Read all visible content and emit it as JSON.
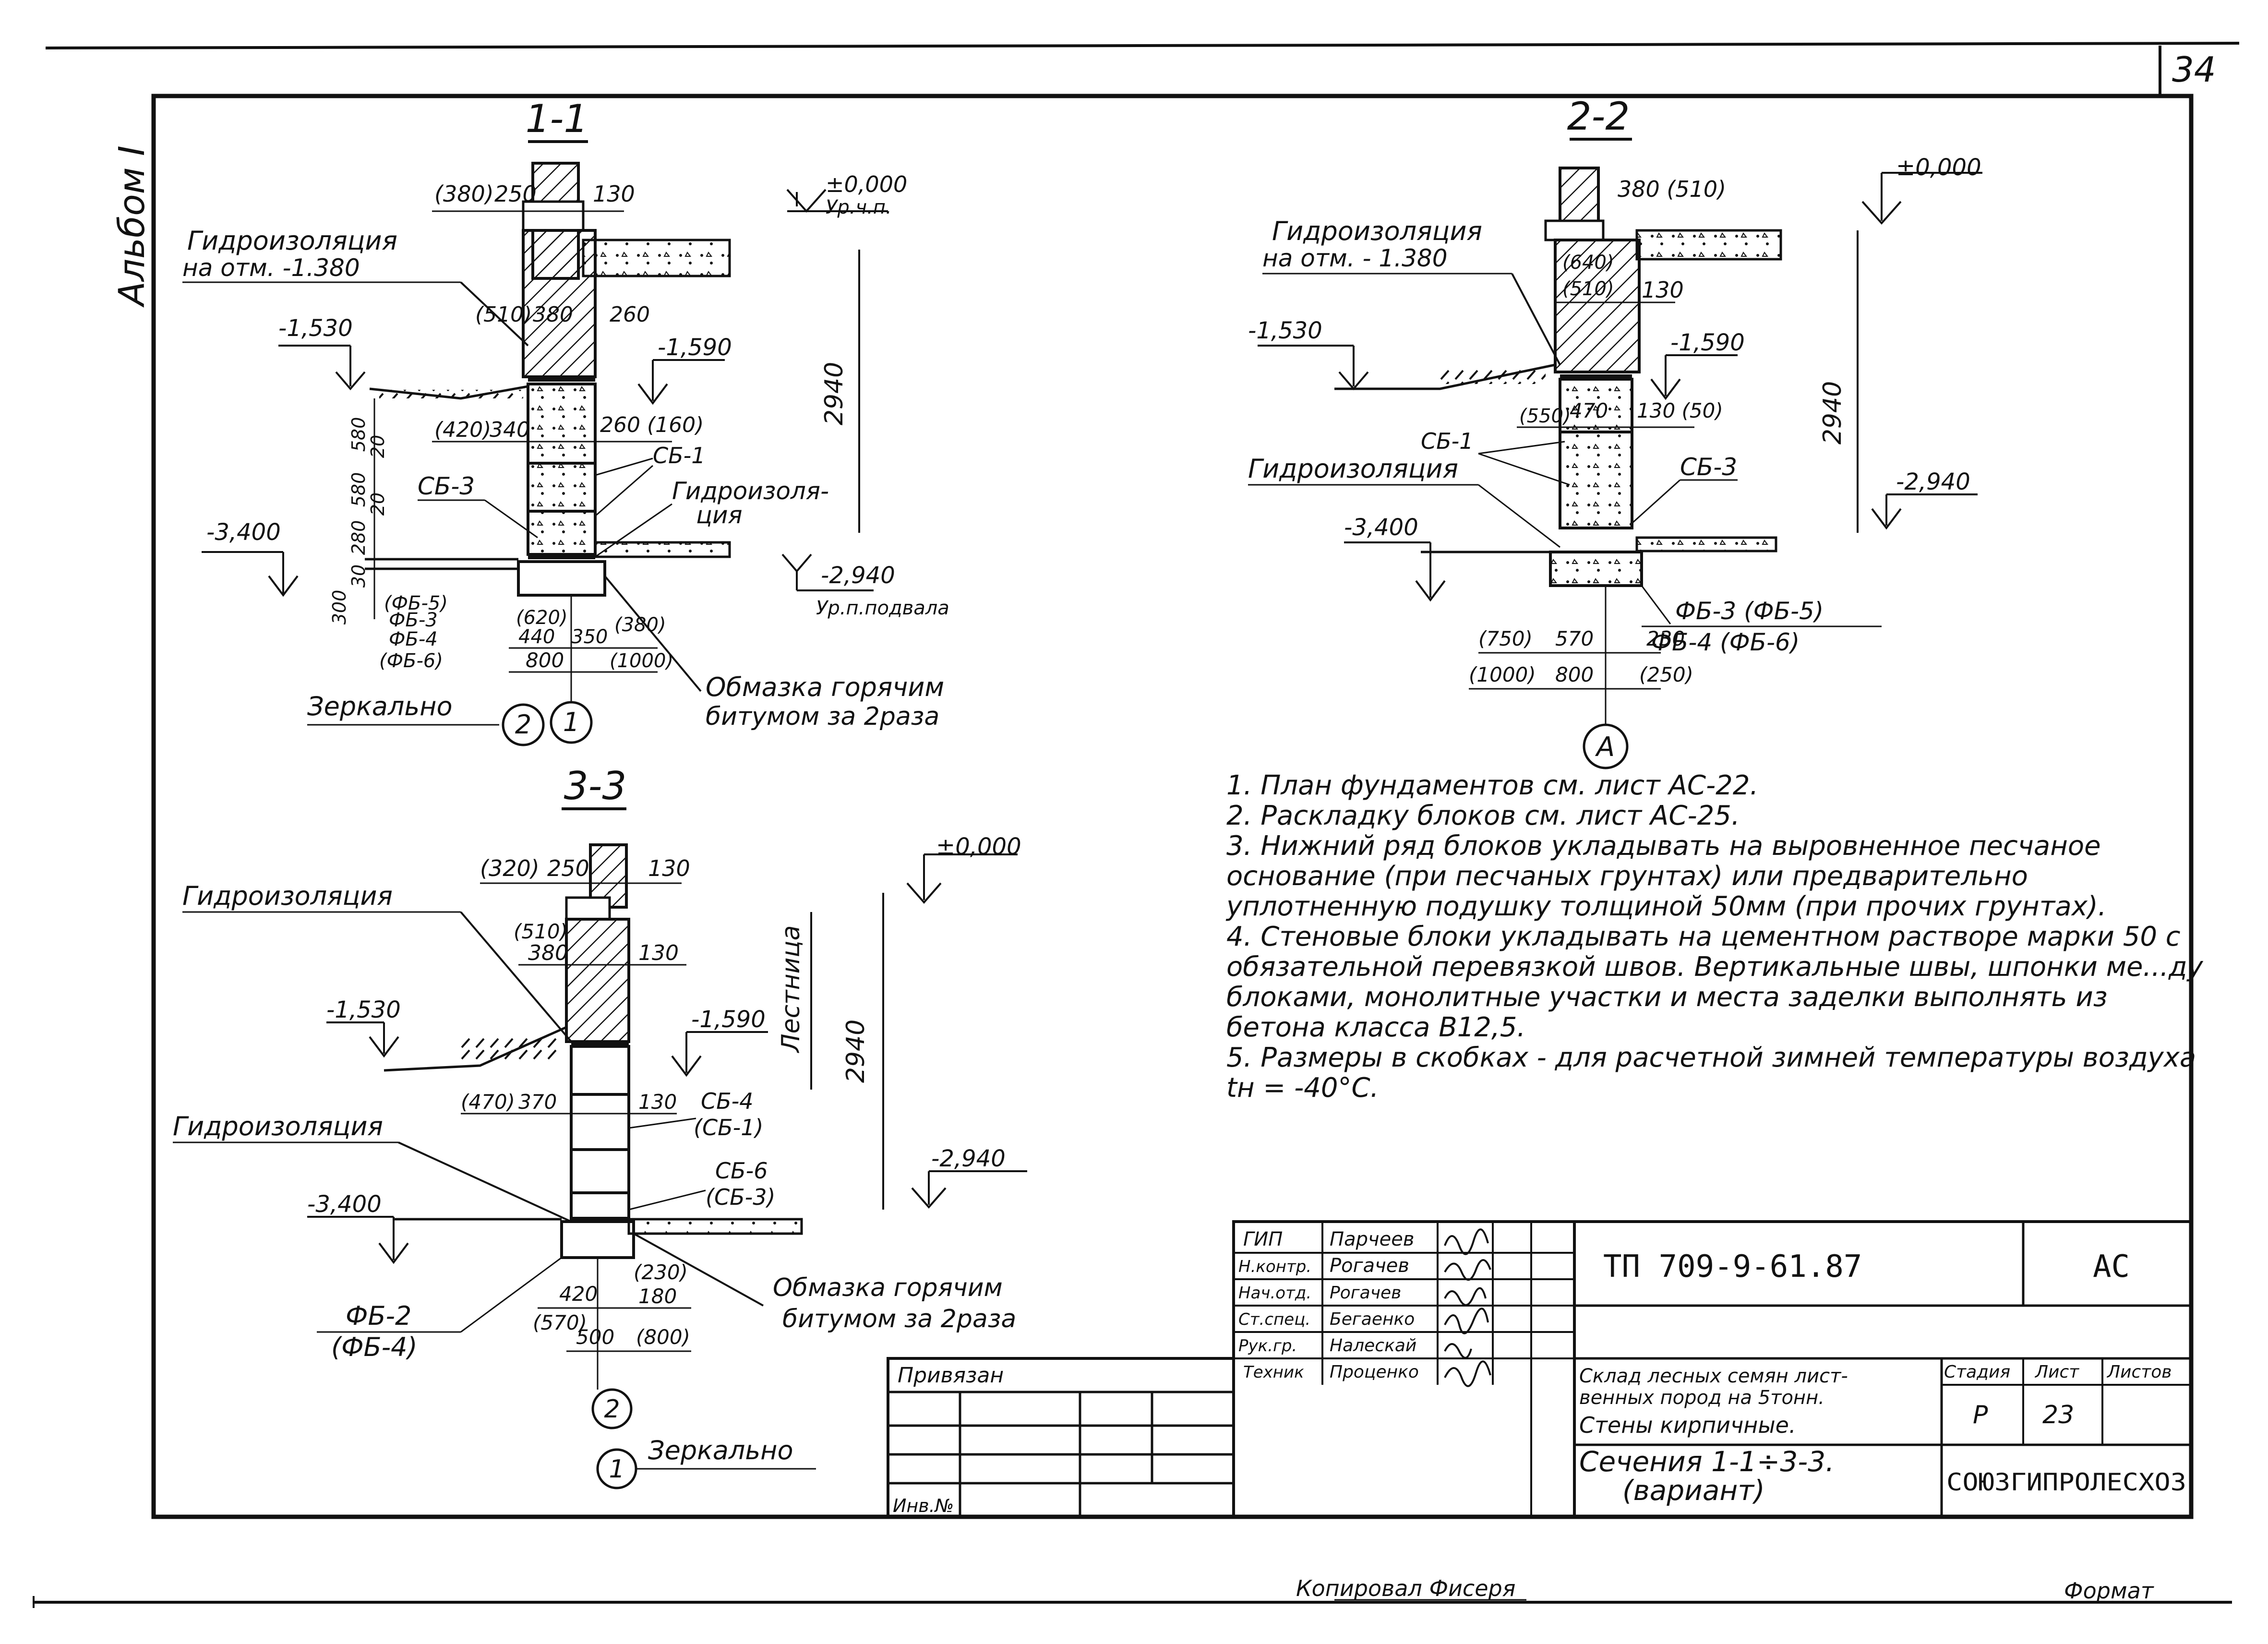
{
  "page_number": "34",
  "album_label": "Альбом I",
  "bottom": {
    "copied_by": "Копировал Фисеря",
    "format_label": "Формат"
  },
  "sections": {
    "s11": {
      "title": "1-1",
      "labels": {
        "gidro_top1": "Гидроизоляция",
        "gidro_top2": "на отм. -1.380",
        "gidro_mid1": "Гидроизоля-",
        "gidro_mid2": "ция",
        "cb1": "СБ-1",
        "cb3": "СБ-3",
        "fb5": "(ФБ-5)",
        "fb3": "ФБ-3",
        "fb4": "ФБ-4",
        "fb6": "(ФБ-6)",
        "mirror": "Зеркально",
        "obm1": "Обмазка горячим",
        "obm2": "битумом за 2раза",
        "ur_chp": "Ур.ч.п.",
        "ur_pod": "Ур.п.подвала"
      },
      "elev": {
        "zero": "±0,000",
        "e1530": "-1,530",
        "e1590": "-1,590",
        "e3400": "-3,400",
        "e2940": "-2,940"
      },
      "dims": {
        "d380p": "(380)",
        "d250": "250",
        "d130": "130",
        "d510p": "(510)",
        "d380": "380",
        "d260": "260",
        "d420p": "(420)",
        "d340": "340",
        "d260_160": "260 (160)",
        "d580a": "580",
        "d20a": "20",
        "d580b": "580",
        "d20b": "20",
        "d280": "280",
        "d30": "30",
        "d300": "300",
        "d620p": "(620)",
        "d440": "440",
        "d350": "350",
        "d380p2": "(380)",
        "d800": "800",
        "d1000p": "(1000)",
        "d2940": "2940"
      },
      "markers": [
        "2",
        "1"
      ]
    },
    "s22": {
      "title": "2-2",
      "labels": {
        "gidro_top1": "Гидроизоляция",
        "gidro_top2": "на отм. - 1.380",
        "gidro_mid": "Гидроизоляция",
        "cb1": "СБ-1",
        "cb3": "СБ-3",
        "fb_a": "ФБ-3 (ФБ-5)",
        "fb_b": "ФБ-4 (ФБ-6)"
      },
      "elev": {
        "zero": "±0,000",
        "e1530": "-1,530",
        "e1590": "-1,590",
        "e3400": "-3,400",
        "e2940": "-2,940"
      },
      "dims": {
        "d380_510": "380 (510)",
        "d640p": "(640)",
        "d510p": "(510)",
        "d130": "130",
        "d550p": "(550)",
        "d470": "470",
        "d130_50": "130 (50)",
        "d750p": "(750)",
        "d570": "570",
        "d230": "230",
        "d1000p": "(1000)",
        "d800": "800",
        "d250p": "(250)",
        "d2940": "2940"
      },
      "marker": "А"
    },
    "s33": {
      "title": "3-3",
      "labels": {
        "gidro_top": "Гидроизоляция",
        "gidro_bot": "Гидроизоляция",
        "lestnica": "Лестница",
        "cb4": "СБ-4",
        "cb1p": "(СБ-1)",
        "cb6": "СБ-6",
        "cb3p": "(СБ-3)",
        "fb2": "ФБ-2",
        "fb4p": "(ФБ-4)",
        "obm1": "Обмазка горячим",
        "obm2": "битумом за 2раза",
        "mirror": "Зеркально"
      },
      "elev": {
        "zero": "±0,000",
        "e1530": "-1,530",
        "e1590": "-1,590",
        "e3400": "-3,400",
        "e2940": "-2,940"
      },
      "dims": {
        "d320p": "(320)",
        "d250": "250",
        "d130": "130",
        "d510p": "(510)",
        "d380": "380",
        "d130b": "130",
        "d470p": "(470)",
        "d370": "370",
        "d130c": "130",
        "d230p": "(230)",
        "d420": "420",
        "d180": "180",
        "d570p": "(570)",
        "d500": "500",
        "d800p": "(800)",
        "d2940": "2940"
      },
      "markers": [
        "2",
        "1"
      ]
    }
  },
  "notes": [
    "1. План фундаментов  см. лист АС-22.",
    "2. Раскладку блоков  см. лист АС-25.",
    "3. Нижний ряд блоков  укладывать на выровненное песчаное основание (при песчаных грунтах) или предварительно уплотненную подушку толщиной 50мм (при прочих грунтах).",
    "4. Стеновые блоки  укладывать  на цементном  растворе марки 50 с обязательной  перевязкой  швов. Вертикальные швы, шпонки ме...ду блоками, монолитные участки и места заделки выполнять из бетона  класса В12,5.",
    "5. Размеры в скобках - для расчетной  зимней  температуры воздуха  tн = -40°С."
  ],
  "title_block": {
    "code": "ТП 709-9-61.87",
    "mark": "АС",
    "roles": [
      "ГИП",
      "Н.контр.",
      "Нач.отд.",
      "Ст.спец.",
      "Рук.гр.",
      "Техник"
    ],
    "names": [
      "Парчеев",
      "Рогачев",
      "Рогачев",
      "Бегаенко",
      "Налескай",
      "Проценко"
    ],
    "privyazan": "Привязан",
    "inv": "Инв.№",
    "object1": "Склад лесных семян лист-",
    "object2": "венных пород на 5тонн.",
    "object3": "Стены кирпичные.",
    "stage_h": "Стадия",
    "sheet_h": "Лист",
    "sheets_h": "Листов",
    "stage": "Р",
    "sheet": "23",
    "sheet_title1": "Сечения 1-1÷3-3.",
    "sheet_title2": "(вариант)",
    "org": "СОЮЗГИПРОЛЕСХОЗ"
  }
}
